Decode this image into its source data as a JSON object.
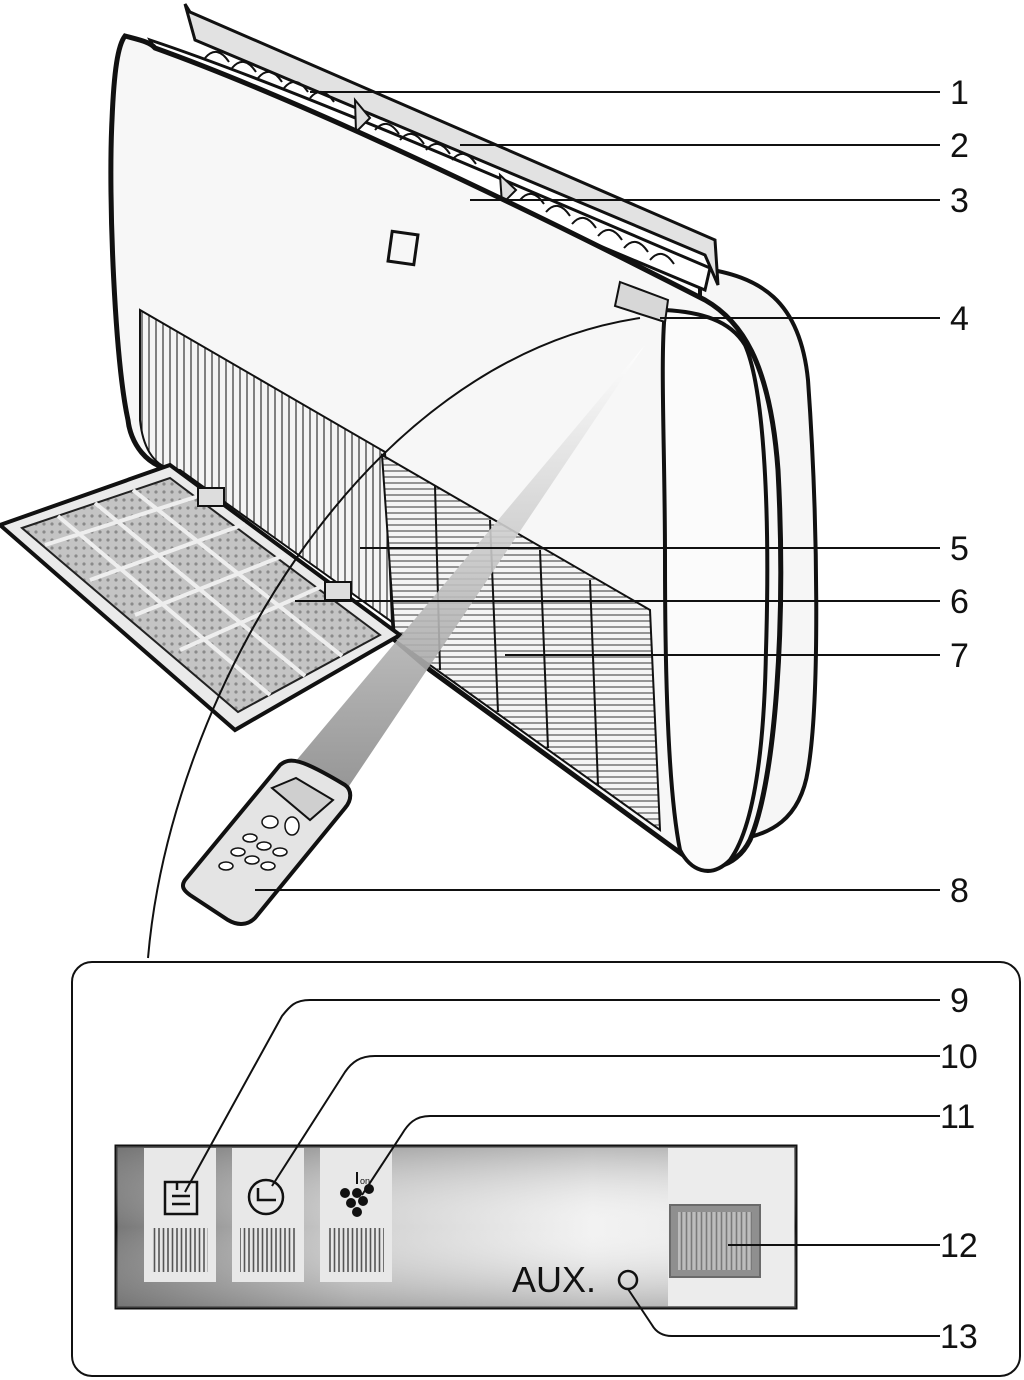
{
  "callouts": [
    {
      "num": "1"
    },
    {
      "num": "2"
    },
    {
      "num": "3"
    },
    {
      "num": "4"
    },
    {
      "num": "5"
    },
    {
      "num": "6"
    },
    {
      "num": "7"
    },
    {
      "num": "8"
    },
    {
      "num": "9"
    },
    {
      "num": "10"
    },
    {
      "num": "11"
    },
    {
      "num": "12"
    },
    {
      "num": "13"
    }
  ],
  "display_panel": {
    "aux_label": "AUX.",
    "on_label": "on",
    "icons": [
      "operation-indicator-icon",
      "timer-indicator-icon",
      "defrost-indicator-icon",
      "receiver-window-icon",
      "aux-button-icon"
    ]
  },
  "colors": {
    "line": "#111111",
    "panel_gray": "#8c8c8c",
    "light_gray": "#e6e6e6",
    "filter_gray": "#b8b8b8"
  }
}
